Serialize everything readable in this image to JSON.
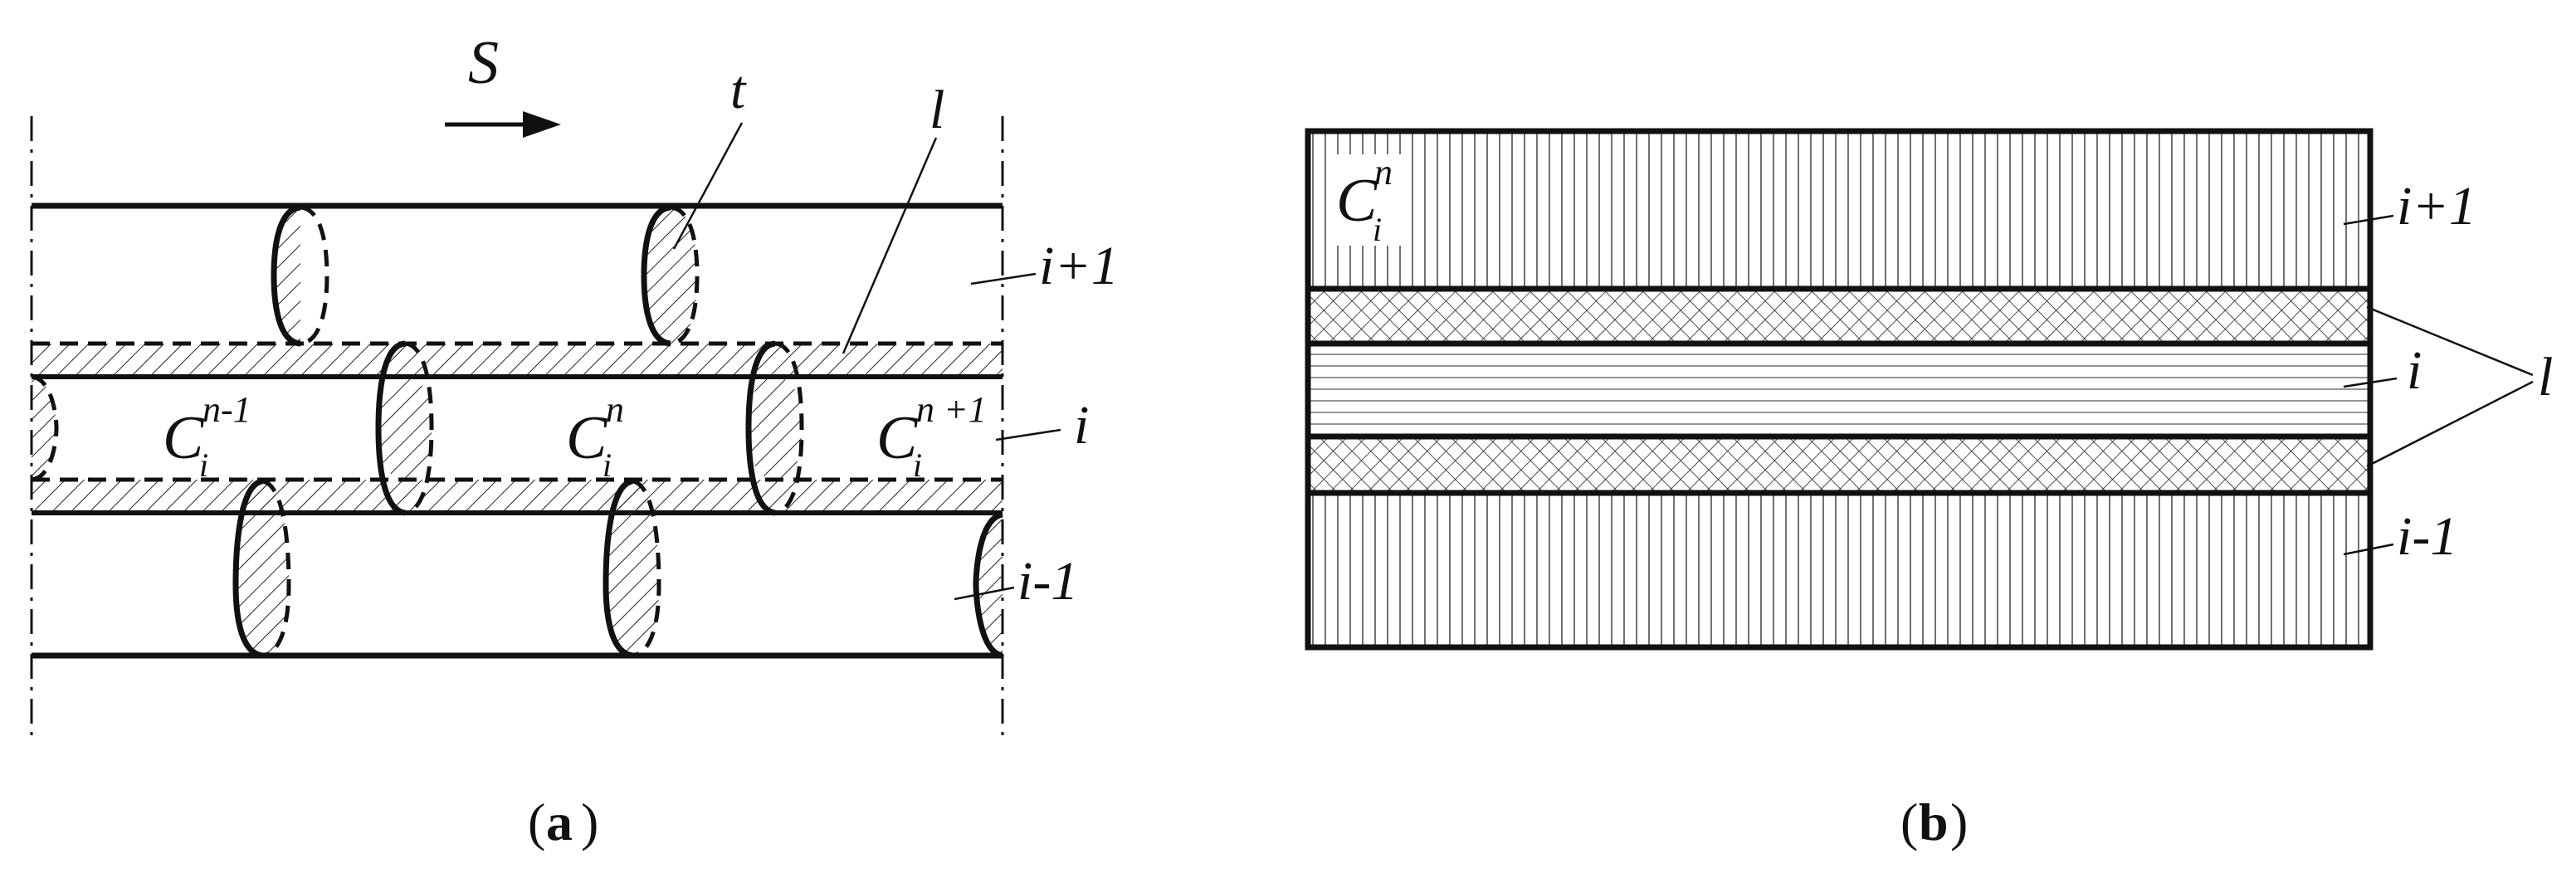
{
  "panel_a": {
    "caption_open": "(",
    "caption_letter": "a",
    "caption_close": ")",
    "direction_label": "S",
    "label_t": "t",
    "label_l": "l",
    "row_labels": {
      "top": "i+1",
      "middle": "i",
      "bottom": "i-1"
    },
    "cells": [
      {
        "base": "C",
        "sup": "n-1",
        "sub": "i"
      },
      {
        "base": "C",
        "sup": "n",
        "sub": "i"
      },
      {
        "base": "C",
        "sup": "n +1",
        "sub": "i"
      }
    ]
  },
  "panel_b": {
    "caption_open": "(",
    "caption_letter": "b",
    "caption_close": ")",
    "cell": {
      "base": "C",
      "sup": "n",
      "sub": "i"
    },
    "row_labels": {
      "top": "i+1",
      "middle": "i",
      "bottom": "i-1"
    },
    "label_l": "l"
  }
}
